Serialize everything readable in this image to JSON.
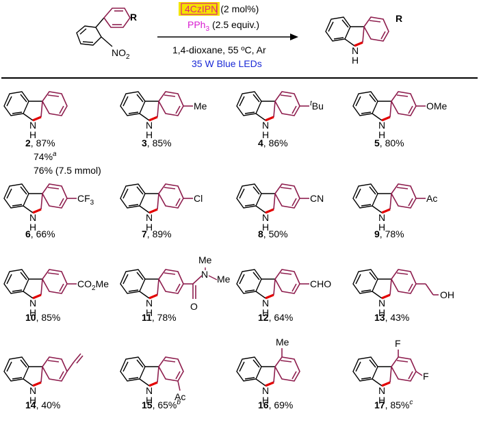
{
  "reaction": {
    "reactant_substituent": "R",
    "reactant_group": "NO",
    "reactant_group_sub": "2",
    "product_substituent": "R",
    "product_nh": "N",
    "product_h": "H",
    "catalyst": "4CzIPN",
    "catalyst_loading": "(2 mol%)",
    "reagent": "PPh",
    "reagent_sub": "3",
    "reagent_amount": "(2.5 equiv.)",
    "conditions": "1,4-dioxane, 55 ºC,  Ar",
    "light": "35 W Blue LEDs",
    "colors": {
      "catalyst_text": "#e0247a",
      "catalyst_box": "#f4e300",
      "reagent": "#d81bd0",
      "light": "#1a29d6",
      "bond_red": "#e30000",
      "ring_purple": "#8e1e4e"
    }
  },
  "products": [
    {
      "id": "2",
      "yield": ", 87%",
      "notes": [
        "74%",
        "76% (7.5 mmol)"
      ],
      "note_sup": "a",
      "sub": ""
    },
    {
      "id": "3",
      "yield": ", 85%",
      "sub": "Me"
    },
    {
      "id": "4",
      "yield": ", 86%",
      "sub": "Bu",
      "sub_sup": "t"
    },
    {
      "id": "5",
      "yield": ", 80%",
      "sub": "OMe"
    },
    {
      "id": "6",
      "yield": ", 66%",
      "sub": "CF",
      "sub_sub": "3"
    },
    {
      "id": "7",
      "yield": ", 89%",
      "sub": "Cl"
    },
    {
      "id": "8",
      "yield": ", 50%",
      "sub": "CN"
    },
    {
      "id": "9",
      "yield": ", 78%",
      "sub": "Ac"
    },
    {
      "id": "10",
      "yield": ", 85%",
      "sub": "CO",
      "sub_sub": "2",
      "sub_tail": "Me"
    },
    {
      "id": "11",
      "yield": ", 78%",
      "amide_n": "N",
      "amide_me1": "Me",
      "amide_me2": "Me",
      "amide_o": "O"
    },
    {
      "id": "12",
      "yield": ", 64%",
      "sub": "CHO"
    },
    {
      "id": "13",
      "yield": ", 43%",
      "sub": "OH"
    },
    {
      "id": "14",
      "yield": ", 40%"
    },
    {
      "id": "15",
      "yield": ", 65%",
      "yield_sup": "b",
      "sub": "Ac"
    },
    {
      "id": "16",
      "yield": ", 69%",
      "sub": "Me"
    },
    {
      "id": "17",
      "yield": ", 85%",
      "yield_sup": "c",
      "sub": "F",
      "sub2": "F"
    }
  ],
  "nh": {
    "n": "N",
    "h": "H"
  }
}
